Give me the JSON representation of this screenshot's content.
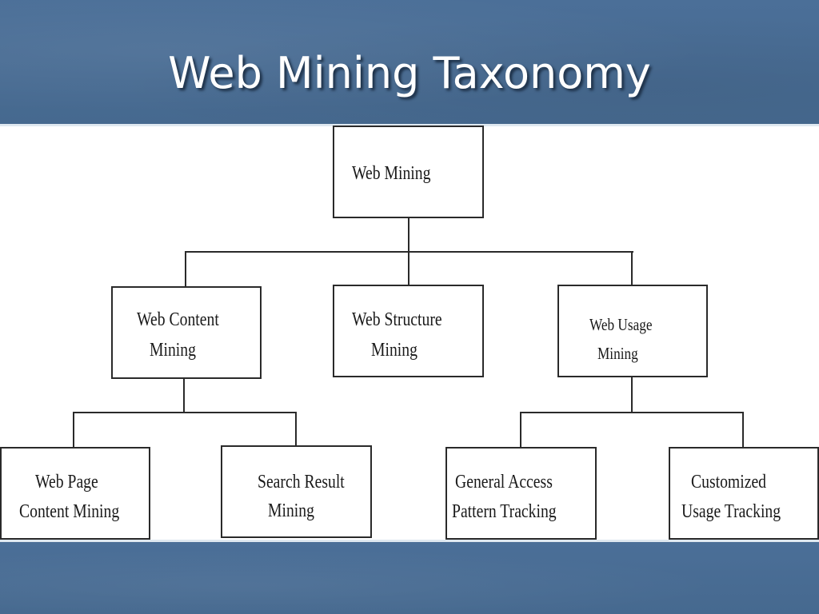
{
  "slide": {
    "title": "Web Mining Taxonomy"
  },
  "nodes": {
    "root": {
      "line1": "Web Mining"
    },
    "content": {
      "line1": "Web Content",
      "line2": "Mining"
    },
    "structure": {
      "line1": "Web Structure",
      "line2": "Mining"
    },
    "usage": {
      "line1": "Web Usage",
      "line2": "Mining"
    },
    "page_content": {
      "line1": "Web Page",
      "line2": "Content Mining"
    },
    "search_result": {
      "line1": "Search Result",
      "line2": "Mining"
    },
    "general_access": {
      "line1": "General Access",
      "line2": "Pattern Tracking"
    },
    "customized_usage": {
      "line1": "Customized",
      "line2": "Usage Tracking"
    }
  },
  "colors": {
    "band": "#4b6f98",
    "node_border": "#2a2a2a",
    "title_text": "#ffffff"
  }
}
